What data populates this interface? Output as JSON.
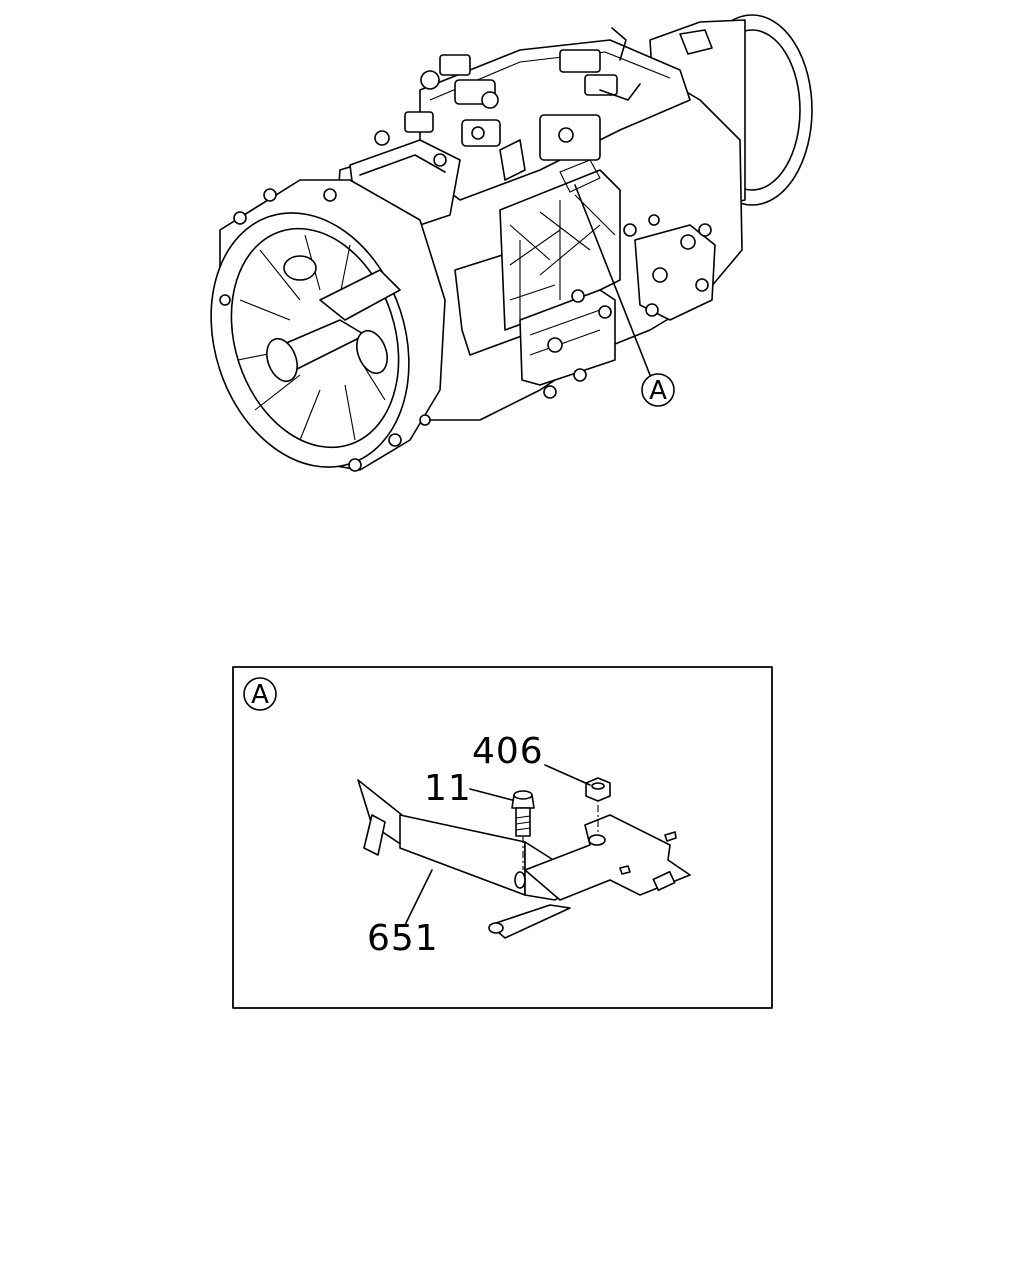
{
  "overview": {
    "callout_label": "A"
  },
  "detail": {
    "view_label": "A",
    "parts": [
      {
        "number": "406",
        "name": "nut"
      },
      {
        "number": "11",
        "name": "bolt"
      },
      {
        "number": "651",
        "name": "bracket"
      }
    ]
  }
}
